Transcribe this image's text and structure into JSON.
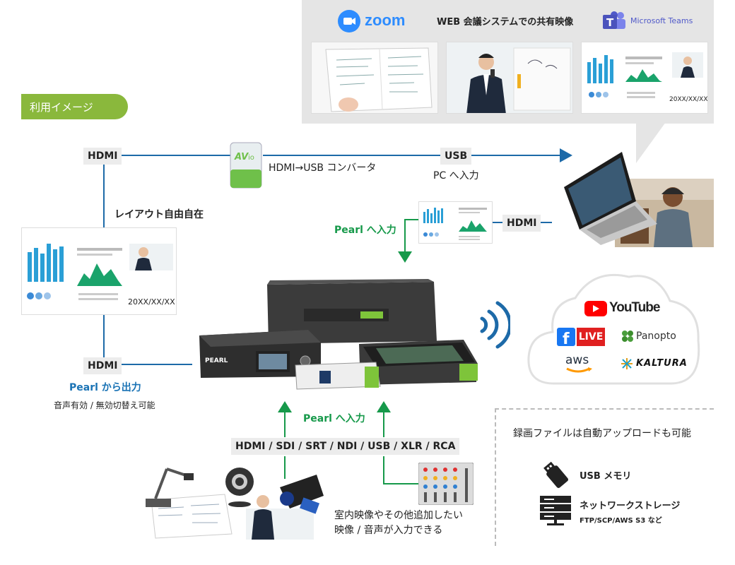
{
  "colors": {
    "line_blue": "#1d6aa8",
    "accent_green": "#16994a",
    "label_bg": "#ececec",
    "tag_green": "#8ab83c",
    "panel_gray": "#e5e5e5"
  },
  "top_panel": {
    "zoom_logo": "zoom",
    "title": "WEB 会議システムでの共有映像",
    "teams_logo": "Microsoft Teams",
    "date_text": "20XX/XX/XX"
  },
  "usage_tag": "利用イメージ",
  "top_flow": {
    "hdmi_label": "HDMI",
    "converter_text": "HDMI→USB コンバータ",
    "usb_label": "USB",
    "pc_input": "PC へ入力"
  },
  "layout_free": "レイアウト自由自在",
  "pc_side": {
    "pearl_input": "Pearl へ入力",
    "hdmi_label": "HDMI"
  },
  "layout_preview": {
    "date_text": "20XX/XX/XX"
  },
  "output": {
    "hdmi_label": "HDMI",
    "pearl_out": "Pearl から出力",
    "audio_note": "音声有効 / 無効切替え可能"
  },
  "inputs": {
    "pearl_input": "Pearl へ入力",
    "formats": "HDMI / SDI / SRT / NDI / USB / XLR / RCA",
    "desc_line1": "室内映像やその他追加したい",
    "desc_line2": "映像 / 音声が入力できる"
  },
  "cloud": {
    "youtube": "YouTube",
    "live": "LIVE",
    "panopto": "Panopto",
    "aws": "aws",
    "kaltura": "KALTURA"
  },
  "recording": {
    "title": "録画ファイルは自動アップロードも可能",
    "usb_memory": "USB メモリ",
    "network_storage": "ネットワークストレージ",
    "protocols": "FTP/SCP/AWS S3 など"
  },
  "icons": [
    "zoom-icon",
    "teams-icon",
    "usb-memory-icon",
    "server-icon",
    "wifi-icon",
    "arrow-down-icon",
    "arrow-up-icon",
    "arrow-right-icon",
    "youtube-icon",
    "facebook-icon",
    "panopto-icon",
    "aws-icon",
    "kaltura-icon"
  ]
}
